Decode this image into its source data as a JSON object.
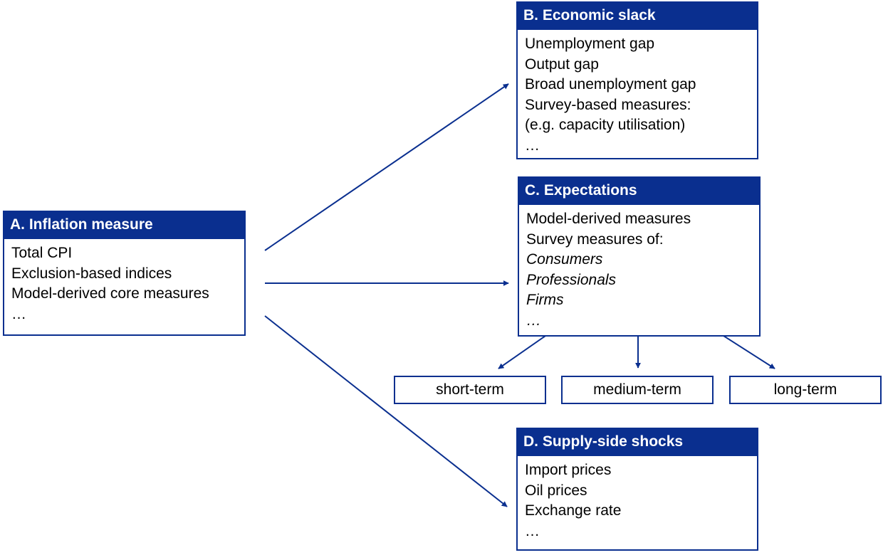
{
  "boxes": {
    "a": {
      "title": "A. Inflation measure",
      "items": [
        "Total CPI",
        "Exclusion-based indices",
        "Model-derived core measures",
        "…"
      ]
    },
    "b": {
      "title": "B. Economic slack",
      "items": [
        "Unemployment gap",
        "Output gap",
        "Broad unemployment gap",
        "Survey-based measures:",
        "(e.g. capacity utilisation)",
        "…"
      ]
    },
    "c": {
      "title": "C. Expectations",
      "items": [
        "Model-derived measures",
        "Survey measures of:",
        "Consumers",
        "Professionals",
        "Firms",
        "…"
      ]
    },
    "d": {
      "title": "D. Supply-side shocks",
      "items": [
        "Import prices",
        "Oil prices",
        "Exchange rate",
        "…"
      ]
    }
  },
  "horizons": {
    "short": "short-term",
    "medium": "medium-term",
    "long": "long-term"
  },
  "colors": {
    "accent": "#0a2f8f",
    "text": "#000000",
    "background": "#ffffff"
  }
}
